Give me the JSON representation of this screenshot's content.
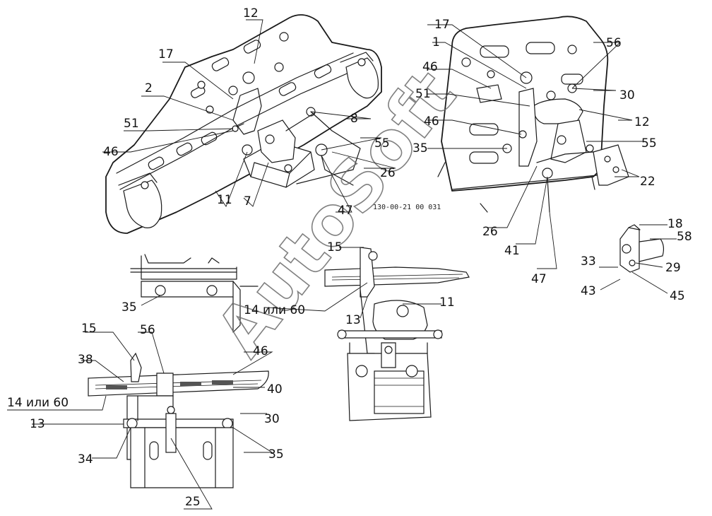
{
  "watermark": "AutoSoft",
  "drawing_code": "130-00-21 00 031",
  "callouts": {
    "c12a": "12",
    "c17a": "17",
    "c2": "2",
    "c51a": "51",
    "c46a": "46",
    "c8": "8",
    "c55a": "55",
    "c26a": "26",
    "c11a": "11",
    "c7": "7",
    "c47a": "47",
    "c17b": "17",
    "c56a": "56",
    "c1": "1",
    "c46b": "46",
    "c30a": "30",
    "c51b": "51",
    "c12b": "12",
    "c46c": "46",
    "c55b": "55",
    "c35a": "35",
    "c22": "22",
    "c26b": "26",
    "c41": "41",
    "c47b": "47",
    "c18": "18",
    "c58": "58",
    "c33": "33",
    "c29": "29",
    "c43": "43",
    "c45": "45",
    "c15a": "15",
    "c35b": "35",
    "c14a": "14 или 60",
    "c13a": "13",
    "c11b": "11",
    "c15b": "15",
    "c56b": "56",
    "c46d": "46",
    "c38": "38",
    "c40": "40",
    "c14b": "14 или 60",
    "c13b": "13",
    "c30b": "30",
    "c34": "34",
    "c35c": "35",
    "c25": "25"
  }
}
